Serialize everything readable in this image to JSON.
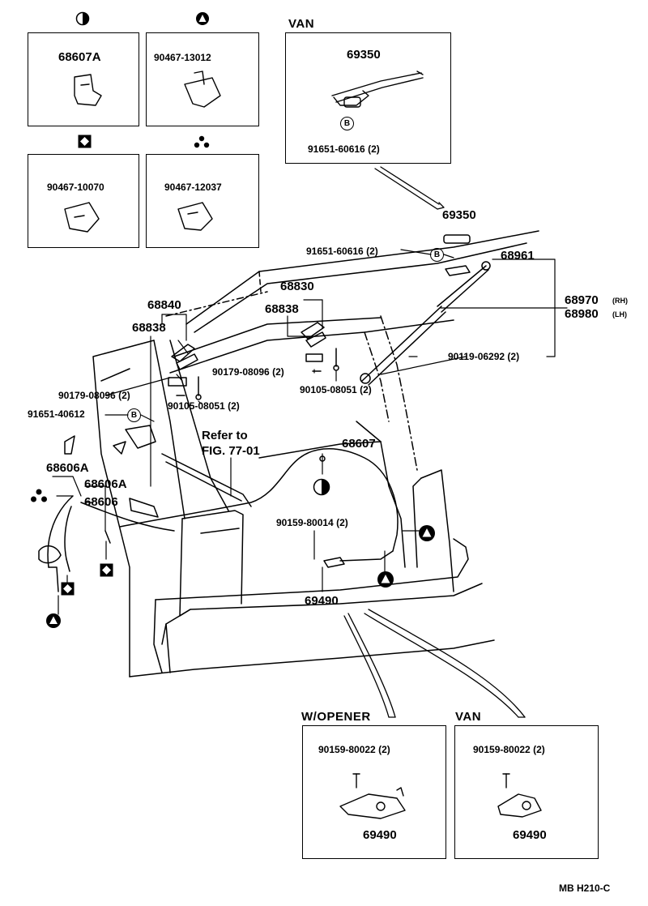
{
  "boxes": {
    "a": {
      "part": "68607A",
      "symbol": "half-circle-icon"
    },
    "b": {
      "part": "90467-13012",
      "symbol": "triangle-in-circle-icon"
    },
    "c": {
      "part": "90467-10070",
      "symbol": "diamond-in-square-icon"
    },
    "d": {
      "part": "90467-12037",
      "symbol": "three-dots-icon"
    },
    "van_top": {
      "title": "VAN",
      "part": "69350",
      "fastener": "91651-60616 (2)",
      "fastener_symbol": "B"
    },
    "opener": {
      "title": "W/OPENER",
      "fastener": "90159-80022 (2)",
      "part": "69490"
    },
    "van_bottom": {
      "title": "VAN",
      "fastener": "90159-80022 (2)",
      "part": "69490"
    }
  },
  "callouts": {
    "p69350": "69350",
    "p91651_60616": "91651-60616 (2)",
    "b_symbol": "B",
    "p68961": "68961",
    "p68970": "68970",
    "rh": "(RH)",
    "p68980": "68980",
    "lh": "(LH)",
    "p68830": "68830",
    "p68838_right": "68838",
    "p68840": "68840",
    "p68838_left": "68838",
    "p90119": "90119-06292 (2)",
    "p90179_right": "90179-08096 (2)",
    "p90105_right": "90105-08051 (2)",
    "p90179_left": "90179-08096 (2)",
    "p90105_left": "90105-08051 (2)",
    "p91651_40612": "91651-40612",
    "refer_to": "Refer to",
    "fig_ref": "FIG. 77-01",
    "p68607": "68607",
    "p68606a_1": "68606A",
    "p68606a_2": "68606A",
    "p68606": "68606",
    "p90159_80014": "90159-80014 (2)",
    "p69490": "69490"
  },
  "footer": {
    "code": "MB  H210-C"
  }
}
